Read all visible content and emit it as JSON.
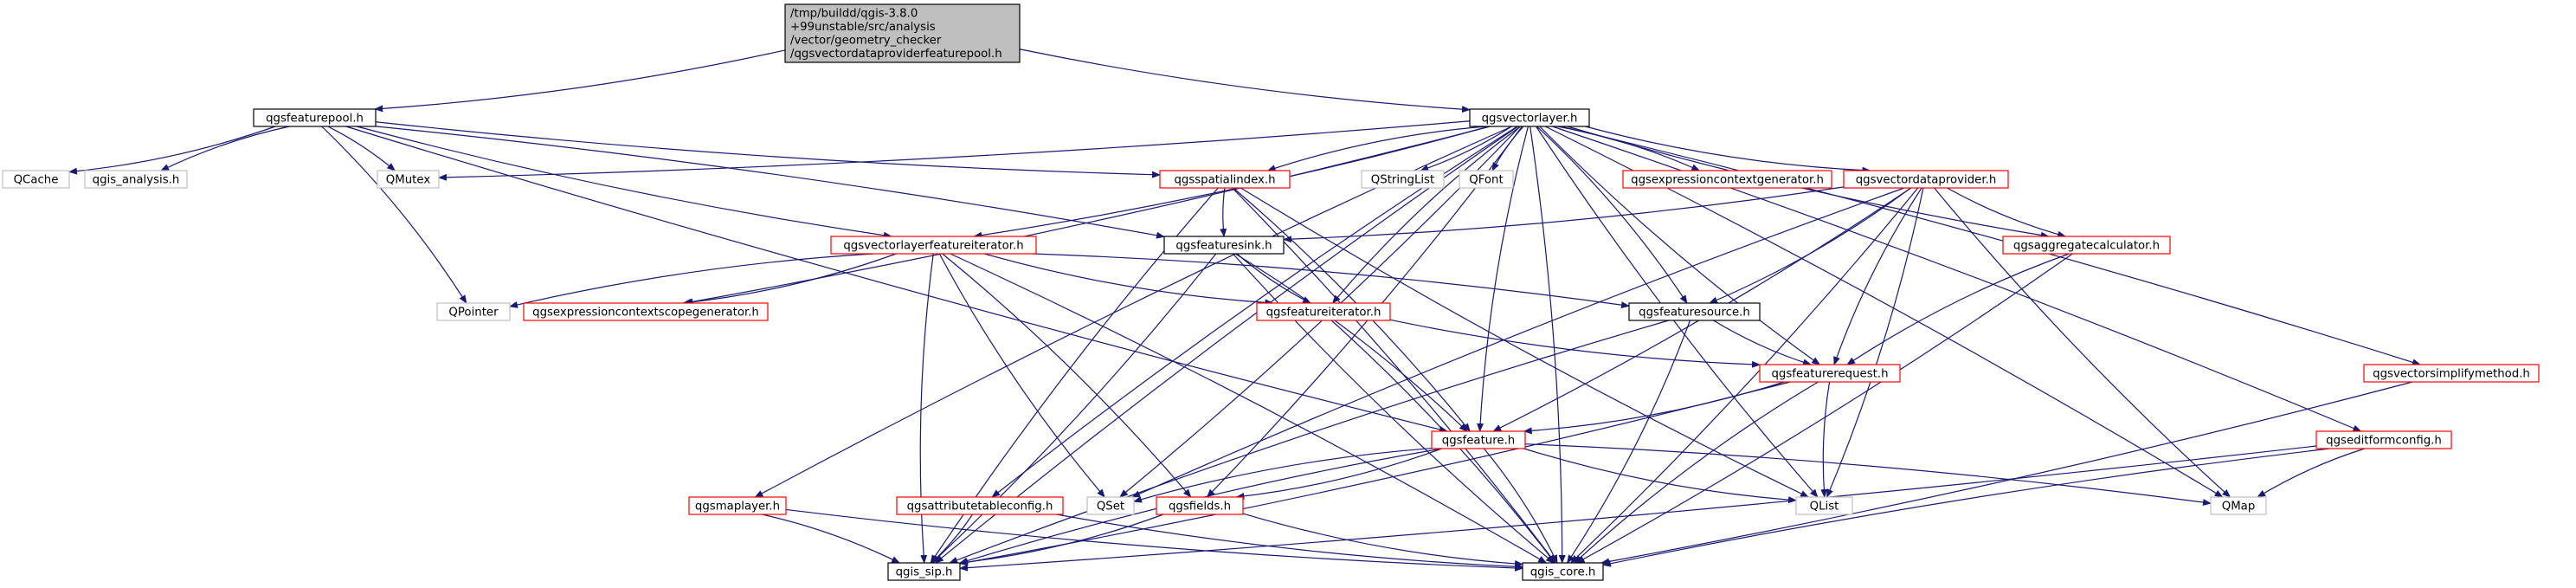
{
  "diagram": {
    "type": "include-dependency-graph",
    "colors": {
      "edge": "#191970",
      "root_fill": "#bfbfbf",
      "root_border": "#000000",
      "documented_border": "#ff0000",
      "plain_border": "#000000",
      "external_border": "#bfbfbf",
      "node_fill": "#ffffff"
    },
    "nodes": [
      {
        "id": "root",
        "style": "root",
        "lines": [
          "/tmp/buildd/qgis-3.8.0",
          "+99unstable/src/analysis",
          "/vector/geometry_checker",
          "/qgsvectordataproviderfeaturepool.h"
        ]
      },
      {
        "id": "qgsfeaturepool",
        "style": "plain",
        "lines": [
          "qgsfeaturepool.h"
        ]
      },
      {
        "id": "qgsvectorlayer",
        "style": "plain",
        "lines": [
          "qgsvectorlayer.h"
        ]
      },
      {
        "id": "qcache",
        "style": "external",
        "lines": [
          "QCache"
        ]
      },
      {
        "id": "qgis_analysis",
        "style": "external",
        "lines": [
          "qgis_analysis.h"
        ]
      },
      {
        "id": "qmutex",
        "style": "external",
        "lines": [
          "QMutex"
        ]
      },
      {
        "id": "qgsspatialindex",
        "style": "documented",
        "lines": [
          "qgsspatialindex.h"
        ]
      },
      {
        "id": "qstringlist",
        "style": "external",
        "lines": [
          "QStringList"
        ]
      },
      {
        "id": "qfont",
        "style": "external",
        "lines": [
          "QFont"
        ]
      },
      {
        "id": "qgsexpressioncontextgenerator",
        "style": "documented",
        "lines": [
          "qgsexpressioncontextgenerator.h"
        ]
      },
      {
        "id": "qgsvectordataprovider",
        "style": "documented",
        "lines": [
          "qgsvectordataprovider.h"
        ]
      },
      {
        "id": "qgsvectorlayerfeatureiterator",
        "style": "documented",
        "lines": [
          "qgsvectorlayerfeatureiterator.h"
        ]
      },
      {
        "id": "qgsfeaturesink",
        "style": "plain",
        "lines": [
          "qgsfeaturesink.h"
        ]
      },
      {
        "id": "qgsaggregatecalculator",
        "style": "documented",
        "lines": [
          "qgsaggregatecalculator.h"
        ]
      },
      {
        "id": "qpointer",
        "style": "external",
        "lines": [
          "QPointer"
        ]
      },
      {
        "id": "qgsexpressioncontextscopegenerator",
        "style": "documented",
        "lines": [
          "qgsexpressioncontextscopegenerator.h"
        ]
      },
      {
        "id": "qgsfeatureiterator",
        "style": "documented",
        "lines": [
          "qgsfeatureiterator.h"
        ]
      },
      {
        "id": "qgsfeaturesource",
        "style": "plain",
        "lines": [
          "qgsfeaturesource.h"
        ]
      },
      {
        "id": "qgsfeaturerequest",
        "style": "documented",
        "lines": [
          "qgsfeaturerequest.h"
        ]
      },
      {
        "id": "qgsvectorsimplifymethod",
        "style": "documented",
        "lines": [
          "qgsvectorsimplifymethod.h"
        ]
      },
      {
        "id": "qgsfeature",
        "style": "documented",
        "lines": [
          "qgsfeature.h"
        ]
      },
      {
        "id": "qgseditformconfig",
        "style": "documented",
        "lines": [
          "qgseditformconfig.h"
        ]
      },
      {
        "id": "qgsmaplayer",
        "style": "documented",
        "lines": [
          "qgsmaplayer.h"
        ]
      },
      {
        "id": "qset",
        "style": "external",
        "lines": [
          "QSet"
        ]
      },
      {
        "id": "qgsattributetableconfig",
        "style": "documented",
        "lines": [
          "qgsattributetableconfig.h"
        ]
      },
      {
        "id": "qgsfields",
        "style": "documented",
        "lines": [
          "qgsfields.h"
        ]
      },
      {
        "id": "qlist",
        "style": "external",
        "lines": [
          "QList"
        ]
      },
      {
        "id": "qmap",
        "style": "external",
        "lines": [
          "QMap"
        ]
      },
      {
        "id": "qgis_sip",
        "style": "plain",
        "lines": [
          "qgis_sip.h"
        ]
      },
      {
        "id": "qgis_core",
        "style": "plain",
        "lines": [
          "qgis_core.h"
        ]
      }
    ],
    "edges": [
      [
        "root",
        "qgsfeaturepool"
      ],
      [
        "root",
        "qgsvectorlayer"
      ],
      [
        "qgsfeaturepool",
        "qcache"
      ],
      [
        "qgsfeaturepool",
        "qgis_analysis"
      ],
      [
        "qgsfeaturepool",
        "qmutex"
      ],
      [
        "qgsfeaturepool",
        "qgsspatialindex"
      ],
      [
        "qgsfeaturepool",
        "qgsfeaturesink"
      ],
      [
        "qgsfeaturepool",
        "qgsvectorlayerfeatureiterator"
      ],
      [
        "qgsfeaturepool",
        "qpointer"
      ],
      [
        "qgsfeaturepool",
        "qgsfeature"
      ],
      [
        "qgsvectorlayer",
        "qmutex"
      ],
      [
        "qgsvectorlayer",
        "qgsspatialindex"
      ],
      [
        "qgsvectorlayer",
        "qstringlist"
      ],
      [
        "qgsvectorlayer",
        "qfont"
      ],
      [
        "qgsvectorlayer",
        "qgsexpressioncontextgenerator"
      ],
      [
        "qgsvectorlayer",
        "qgsvectordataprovider"
      ],
      [
        "qgsvectorlayer",
        "qgsvectorlayerfeatureiterator"
      ],
      [
        "qgsvectorlayer",
        "qgsaggregatecalculator"
      ],
      [
        "qgsvectorlayer",
        "qgsexpressioncontextscopegenerator"
      ],
      [
        "qgsvectorlayer",
        "qgsfeatureiterator"
      ],
      [
        "qgsvectorlayer",
        "qgsfeaturesource"
      ],
      [
        "qgsvectorlayer",
        "qgsfeaturerequest"
      ],
      [
        "qgsvectorlayer",
        "qgsvectorsimplifymethod"
      ],
      [
        "qgsvectorlayer",
        "qgsfeature"
      ],
      [
        "qgsvectorlayer",
        "qgseditformconfig"
      ],
      [
        "qgsvectorlayer",
        "qgsmaplayer"
      ],
      [
        "qgsvectorlayer",
        "qset"
      ],
      [
        "qgsvectorlayer",
        "qgsattributetableconfig"
      ],
      [
        "qgsvectorlayer",
        "qgsfields"
      ],
      [
        "qgsvectorlayer",
        "qlist"
      ],
      [
        "qgsvectorlayer",
        "qmap"
      ],
      [
        "qgsvectorlayer",
        "qgis_sip"
      ],
      [
        "qgsvectorlayer",
        "qgis_core"
      ],
      [
        "qgsspatialindex",
        "qgsfeaturesink"
      ],
      [
        "qgsspatialindex",
        "qgsfeature"
      ],
      [
        "qgsspatialindex",
        "qlist"
      ],
      [
        "qgsspatialindex",
        "qgis_core"
      ],
      [
        "qgsspatialindex",
        "qgis_sip"
      ],
      [
        "qgsvectordataprovider",
        "qgsfeaturesink"
      ],
      [
        "qgsvectordataprovider",
        "qgsaggregatecalculator"
      ],
      [
        "qgsvectordataprovider",
        "qgsfeaturesource"
      ],
      [
        "qgsvectordataprovider",
        "qgsfeaturerequest"
      ],
      [
        "qgsvectordataprovider",
        "qgsfeature"
      ],
      [
        "qgsvectordataprovider",
        "qset"
      ],
      [
        "qgsvectordataprovider",
        "qlist"
      ],
      [
        "qgsvectordataprovider",
        "qmap"
      ],
      [
        "qgsvectordataprovider",
        "qgis_core"
      ],
      [
        "qgsvectorlayerfeatureiterator",
        "qpointer"
      ],
      [
        "qgsvectorlayerfeatureiterator",
        "qgsexpressioncontextscopegenerator"
      ],
      [
        "qgsvectorlayerfeatureiterator",
        "qgsfeatureiterator"
      ],
      [
        "qgsvectorlayerfeatureiterator",
        "qgsfeaturesource"
      ],
      [
        "qgsvectorlayerfeatureiterator",
        "qset"
      ],
      [
        "qgsvectorlayerfeatureiterator",
        "qgsfields"
      ],
      [
        "qgsvectorlayerfeatureiterator",
        "qgis_sip"
      ],
      [
        "qgsvectorlayerfeatureiterator",
        "qgis_core"
      ],
      [
        "qgsfeaturesink",
        "qgsfeatureiterator"
      ],
      [
        "qgsfeaturesink",
        "qgsfeature"
      ],
      [
        "qgsfeaturesink",
        "qgis_core"
      ],
      [
        "qgsfeaturesink",
        "qgis_sip"
      ],
      [
        "qgsaggregatecalculator",
        "qgsfeaturerequest"
      ],
      [
        "qgsaggregatecalculator",
        "qgis_core"
      ],
      [
        "qgsfeatureiterator",
        "qgsfeaturerequest"
      ],
      [
        "qgsfeatureiterator",
        "qgis_core"
      ],
      [
        "qgsfeaturesource",
        "qgsfeaturerequest"
      ],
      [
        "qgsfeaturesource",
        "qgis_core"
      ],
      [
        "qgsfeaturesource",
        "qgis_sip"
      ],
      [
        "qgsfeaturerequest",
        "qgsfeature"
      ],
      [
        "qgsfeaturerequest",
        "qlist"
      ],
      [
        "qgsfeaturerequest",
        "qgis_sip"
      ],
      [
        "qgsfeaturerequest",
        "qgis_core"
      ],
      [
        "qgsvectorsimplifymethod",
        "qgis_core"
      ],
      [
        "qgsfeature",
        "qset"
      ],
      [
        "qgsfeature",
        "qgsfields"
      ],
      [
        "qgsfeature",
        "qlist"
      ],
      [
        "qgsfeature",
        "qmap"
      ],
      [
        "qgsfeature",
        "qgis_sip"
      ],
      [
        "qgsfeature",
        "qgis_core"
      ],
      [
        "qgseditformconfig",
        "qmap"
      ],
      [
        "qgseditformconfig",
        "qgis_sip"
      ],
      [
        "qgseditformconfig",
        "qgis_core"
      ],
      [
        "qgsmaplayer",
        "qgis_sip"
      ],
      [
        "qgsmaplayer",
        "qgis_core"
      ],
      [
        "qgsattributetableconfig",
        "qgis_sip"
      ],
      [
        "qgsattributetableconfig",
        "qgis_core"
      ],
      [
        "qgsfields",
        "qgis_sip"
      ],
      [
        "qgsfields",
        "qgis_core"
      ]
    ]
  }
}
